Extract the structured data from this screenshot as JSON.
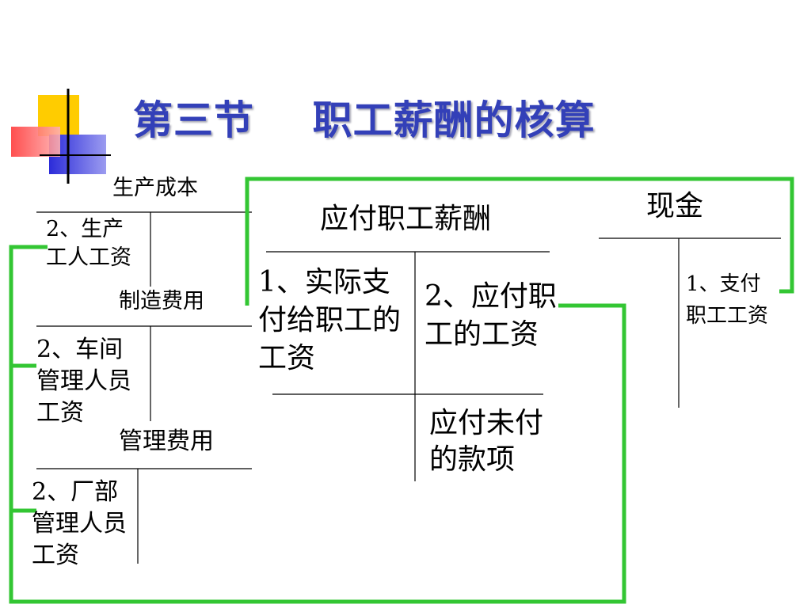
{
  "title": "第三节    职工薪酬的核算",
  "accounts": {
    "production_cost": {
      "name": "生产成本",
      "debit_lines": [
        "2、生产",
        "工人工资"
      ]
    },
    "manufacturing_overhead": {
      "name": "制造费用",
      "debit_lines": [
        "2、车间",
        "管理人员",
        "工资"
      ]
    },
    "admin_expense": {
      "name": "管理费用",
      "debit_lines": [
        "2、厂部",
        "管理人员",
        "工资"
      ]
    },
    "payroll_payable": {
      "name": "应付职工薪酬",
      "debit_lines": [
        "1、实际支",
        "付给职工的",
        "工资"
      ],
      "credit_lines": [
        "2、应付职",
        "工的工资"
      ],
      "balance_lines": [
        "应付未付",
        "的款项"
      ]
    },
    "cash": {
      "name": "现金",
      "credit_lines": [
        "1、支付",
        "职工工资"
      ]
    }
  },
  "colors": {
    "title": "#3340b8",
    "connector": "#33c633",
    "logo_yellow": "#ffcc00",
    "logo_red": "#ff3b3b",
    "logo_blue": "#2b2bd9"
  }
}
